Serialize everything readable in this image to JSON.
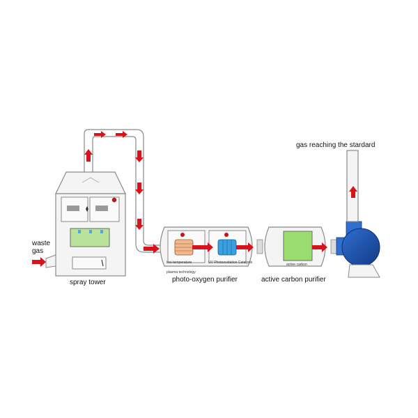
{
  "labels": {
    "waste_gas_line1": "waste",
    "waste_gas_line2": "gas",
    "spray_tower": "spray tower",
    "photo_oxygen_purifier": "photo-oxygen purifier",
    "active_carbon_purifier": "active carbon purifier",
    "gas_standard": "gas reaching the stardard",
    "low_temp_line1": "low-temperature",
    "low_temp_line2": "plasma technology",
    "uv_catalysis": "UV Photooxidation Catalysis",
    "active_carbon_small": "active carbon"
  },
  "colors": {
    "arrow": "#d6141b",
    "outline": "#8a8a8a",
    "equipment_fill": "#f4f4f4",
    "panel_fill": "#b9e29a",
    "carbon_fill": "#9bdc6f",
    "fan_blue": "#1a4fa8",
    "plasma_orange": "#f1b98b",
    "uv_blue": "#3aa0df",
    "indicator_red": "#cc1111"
  },
  "icons": [
    "red-flow-arrow",
    "indicator-light",
    "fan-icon",
    "uv-lamp-icon",
    "plasma-module-icon"
  ]
}
